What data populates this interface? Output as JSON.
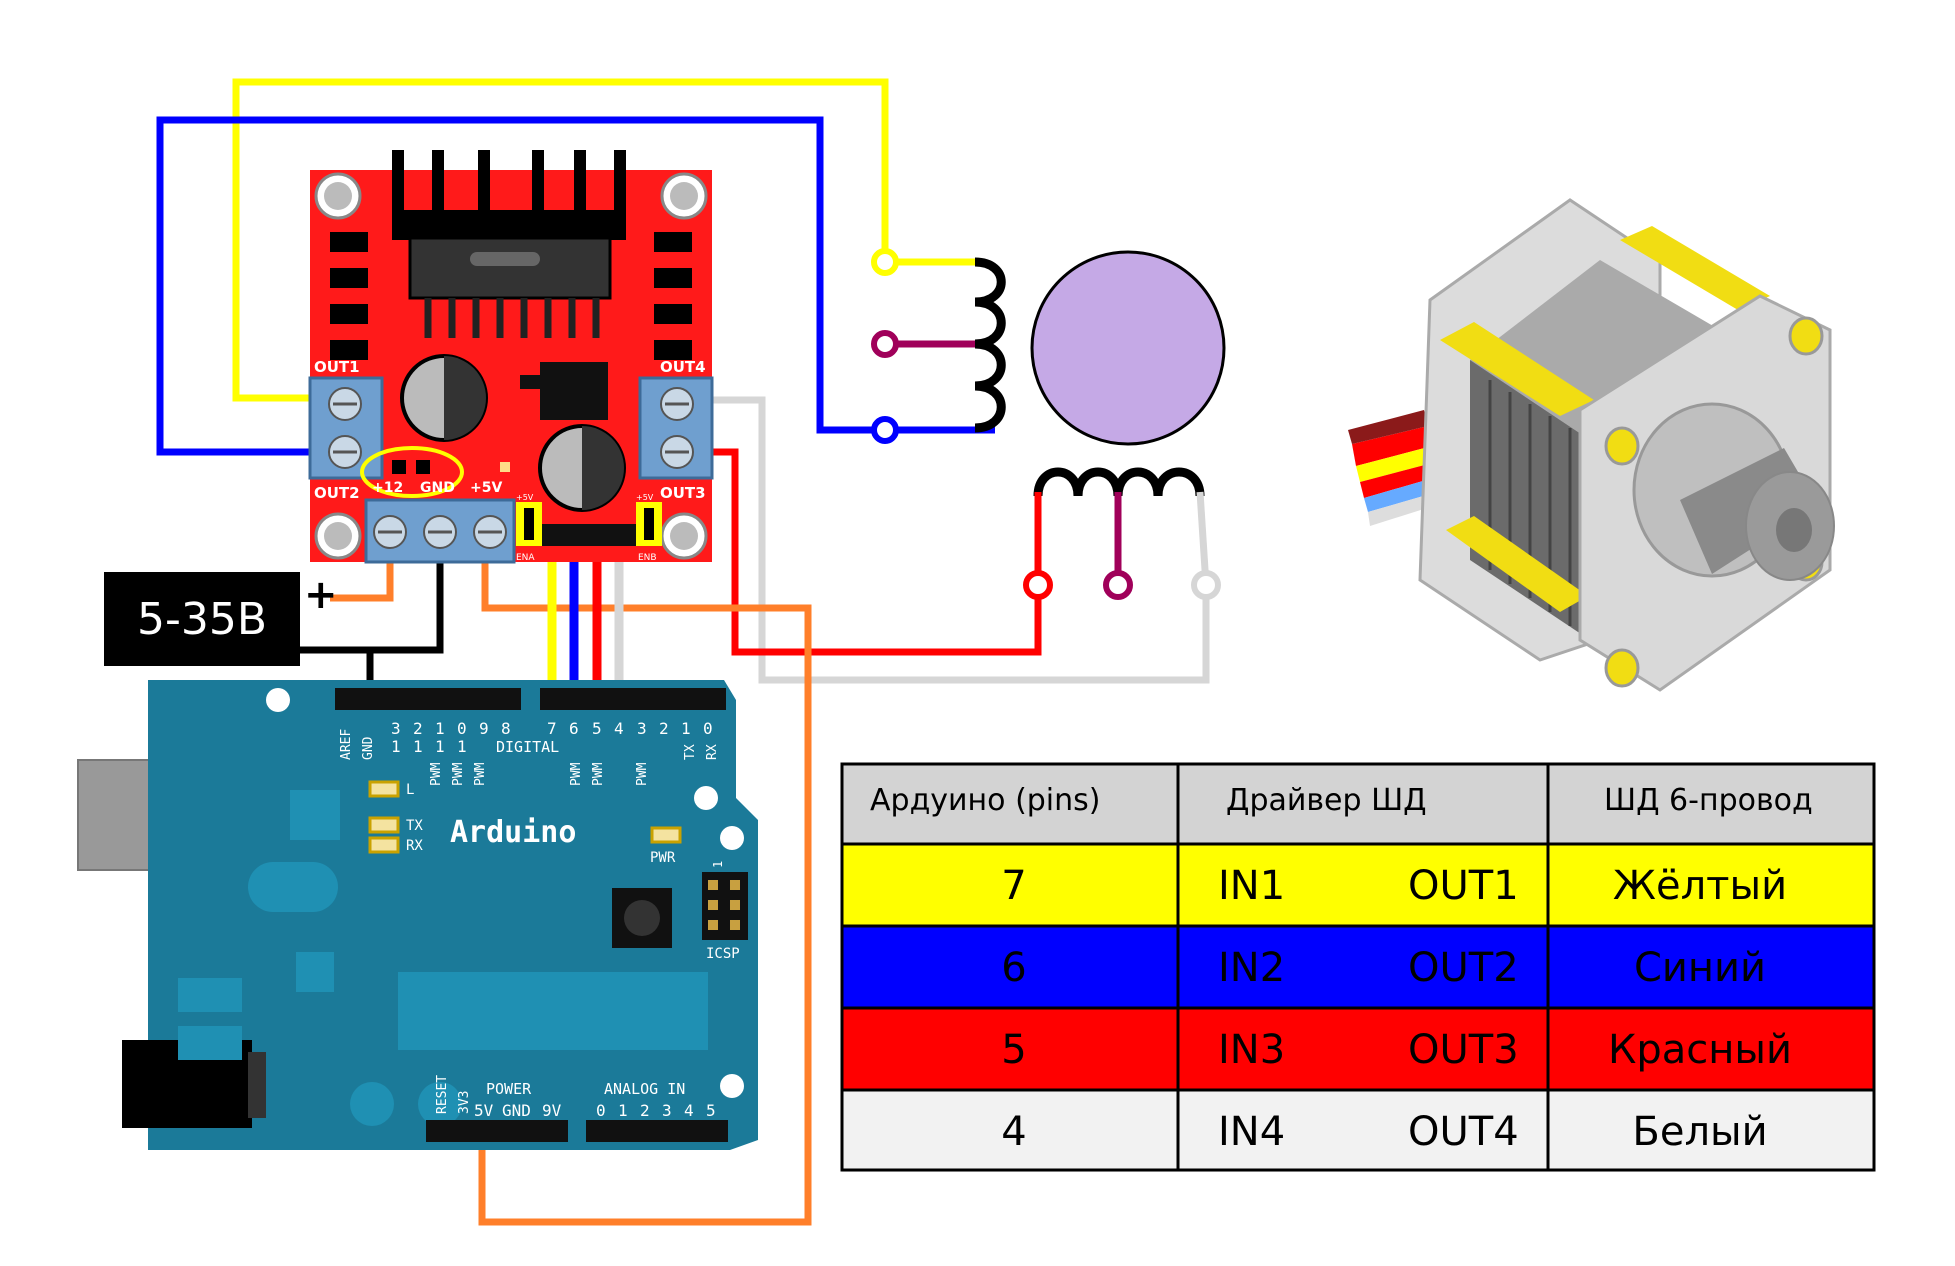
{
  "supply": {
    "voltage_label": "5-35В",
    "plus": "+",
    "minus": "–"
  },
  "driver": {
    "out1": "OUT1",
    "out2": "OUT2",
    "out3": "OUT3",
    "out4": "OUT4",
    "plus12": "+12",
    "gnd": "GND",
    "plus5": "+5V",
    "ena": "ENA",
    "enb": "ENB",
    "jumper_5v": "+5V",
    "board_color": "#ff1a1a"
  },
  "arduino": {
    "name": "Arduino",
    "digital_label": "DIGITAL",
    "pins_top": [
      "AREF",
      "GND",
      "13",
      "12",
      "11",
      "10",
      "9",
      "8",
      "7",
      "6",
      "5",
      "4",
      "3",
      "2",
      "1",
      "0"
    ],
    "pwm": "PWM",
    "tx_pin": "TX",
    "rx_pin": "RX",
    "led_l": "L",
    "led_tx": "TX",
    "led_rx": "RX",
    "led_pwr": "PWR",
    "icsp": "ICSP",
    "icsp_pin1": "1",
    "power_label": "POWER",
    "power_pins": [
      "RESET",
      "3V3",
      "5V",
      "GND",
      "9V"
    ],
    "analog_label": "ANALOG  IN",
    "analog_pins": [
      "0",
      "1",
      "2",
      "3",
      "4",
      "5"
    ],
    "board_color": "#1b7a99"
  },
  "wires": {
    "yellow": "#ffff00",
    "blue": "#0000ff",
    "red": "#ff0000",
    "white": "#d6d6d6",
    "orange": "#ff7f2a",
    "purple": "#a0005a",
    "black": "#000000"
  },
  "motor": {
    "rotor_color": "#c5a9e6"
  },
  "table": {
    "headers": [
      "Ардуино (pins)",
      "Драйвер ШД",
      "ШД 6-провод"
    ],
    "rows": [
      {
        "pin": "7",
        "in": "IN1",
        "out": "OUT1",
        "wire": "Жёлтый",
        "bg": "#ffff00",
        "fg": "#000000"
      },
      {
        "pin": "6",
        "in": "IN2",
        "out": "OUT2",
        "wire": "Синий",
        "bg": "#0000ff",
        "fg": "#000000"
      },
      {
        "pin": "5",
        "in": "IN3",
        "out": "OUT3",
        "wire": "Красный",
        "bg": "#ff0000",
        "fg": "#000000"
      },
      {
        "pin": "4",
        "in": "IN4",
        "out": "OUT4",
        "wire": "Белый",
        "bg": "#f2f2f2",
        "fg": "#000000"
      }
    ]
  }
}
